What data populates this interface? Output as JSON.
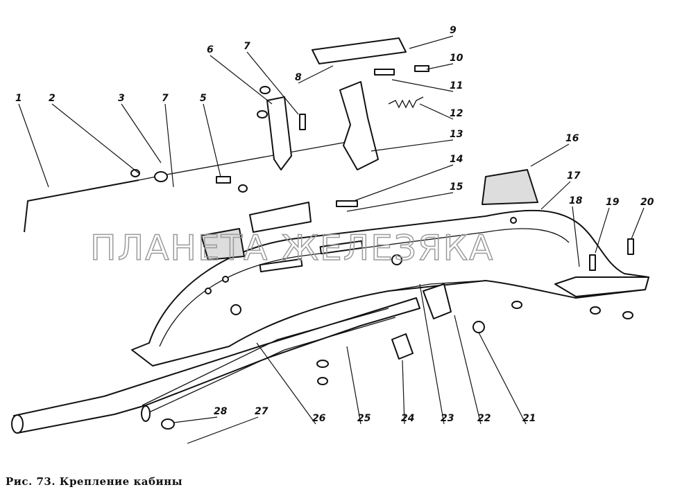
{
  "figure": {
    "caption": "Рис. 73. Крепление кабины",
    "watermark": "ПЛАНЕТА ЖЕЛЕЗЯКА",
    "callouts": [
      "1",
      "2",
      "3",
      "7",
      "5",
      "6",
      "7",
      "8",
      "9",
      "10",
      "11",
      "12",
      "13",
      "14",
      "15",
      "16",
      "17",
      "18",
      "19",
      "20",
      "21",
      "22",
      "23",
      "24",
      "25",
      "26",
      "27",
      "28"
    ]
  }
}
